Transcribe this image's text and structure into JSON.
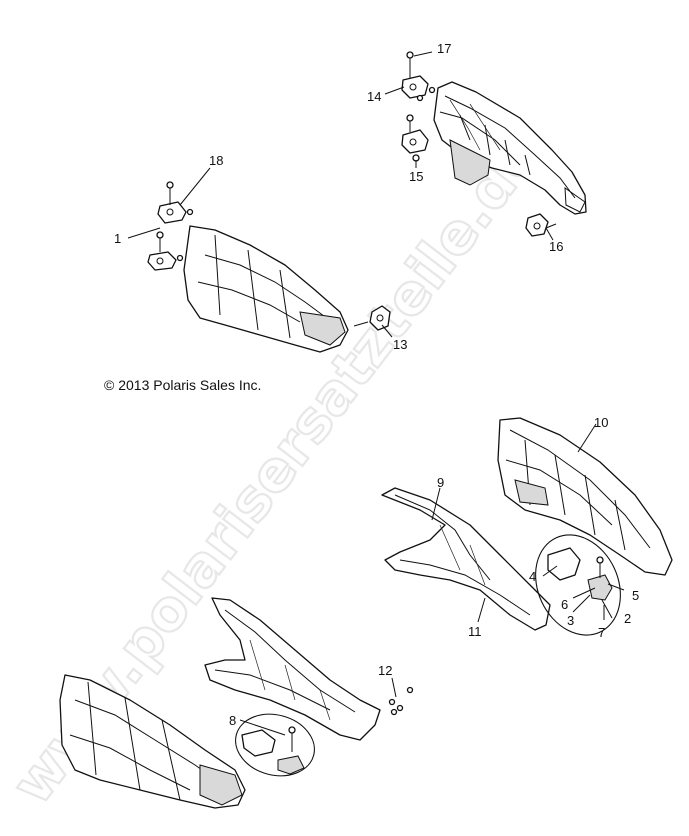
{
  "copyright": "© 2013 Polaris Sales Inc.",
  "watermark": "www.polarisersatzteile.de",
  "callouts": [
    "1",
    "2",
    "3",
    "4",
    "5",
    "6",
    "7",
    "8",
    "9",
    "10",
    "11",
    "12",
    "13",
    "14",
    "15",
    "16",
    "17",
    "18"
  ],
  "colors": {
    "line": "#111111",
    "watermark_outline": "#e6e6e6",
    "background": "#ffffff"
  }
}
